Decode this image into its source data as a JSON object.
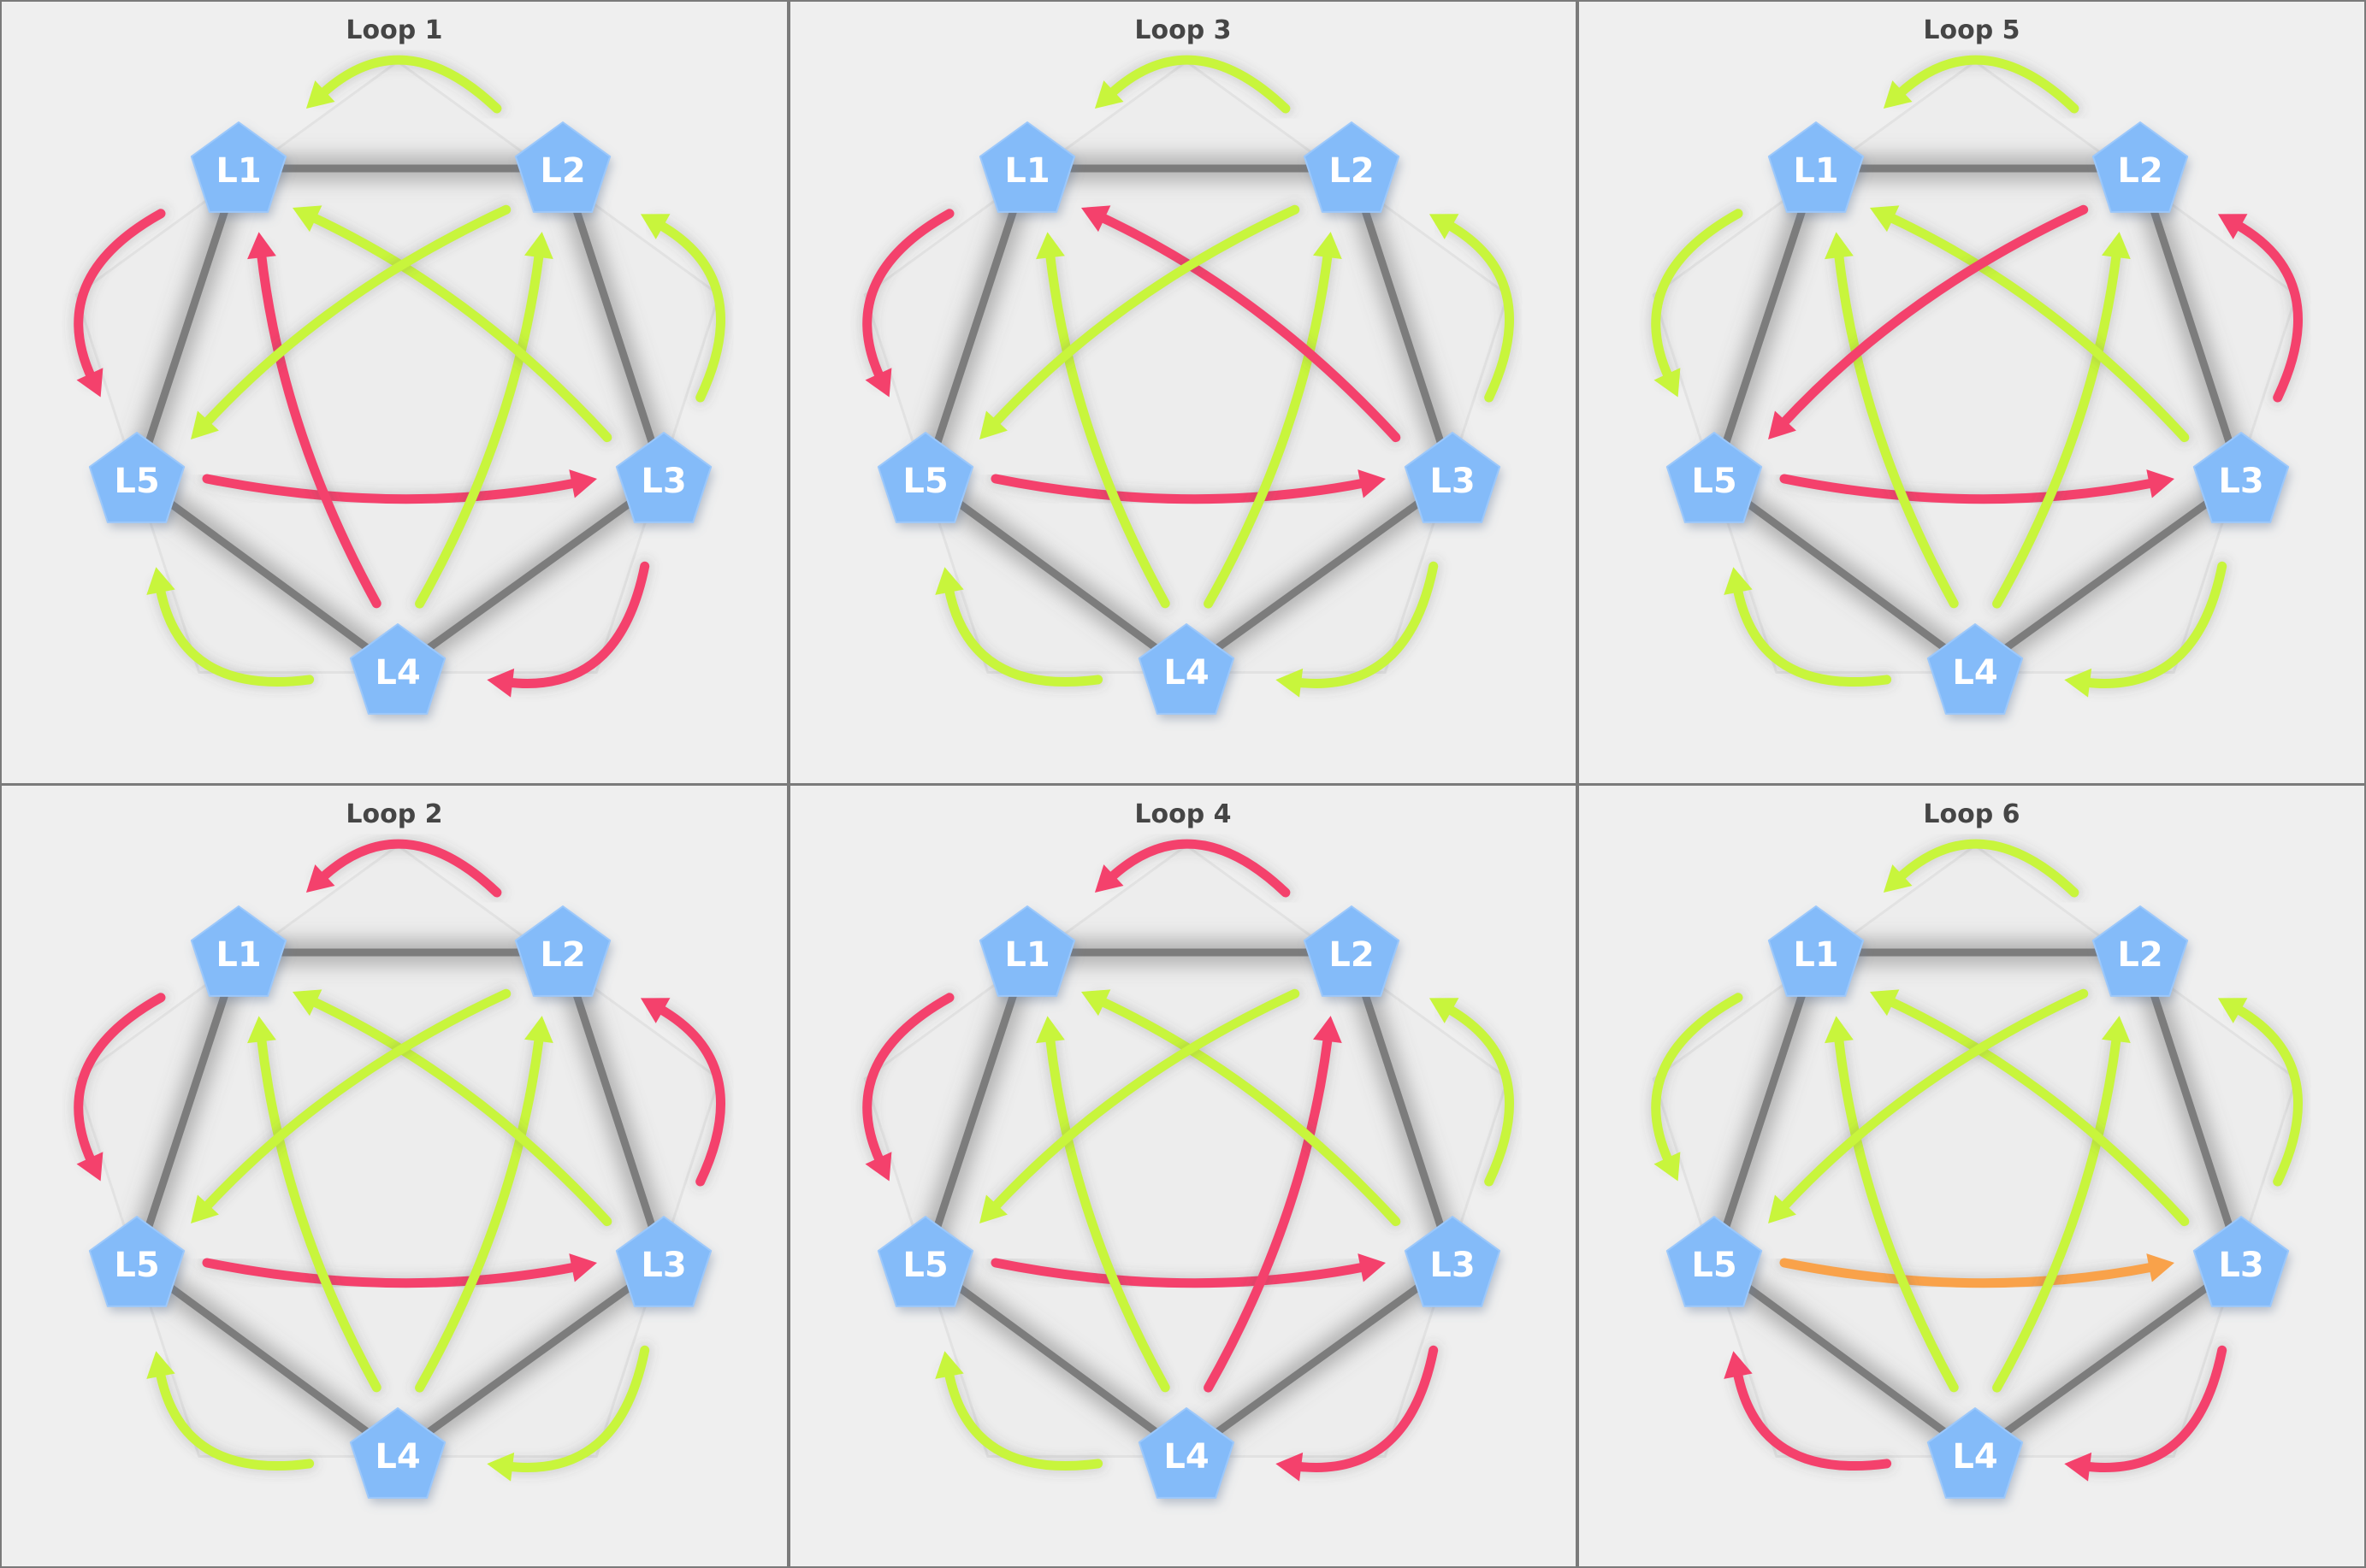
{
  "colors": {
    "background": "#efefef",
    "node_fill": "#84bbf9",
    "node_text": "#ffffff",
    "edge_green": "#c8f53c",
    "edge_red": "#f4416c",
    "edge_orange": "#f9a24a",
    "pentagon_shadow": "#6f6f6f"
  },
  "nodes": [
    "L1",
    "L2",
    "L3",
    "L4",
    "L5"
  ],
  "edge_types": [
    "cw",
    "ccw",
    "L1-L4",
    "L4-L1",
    "L2-L4",
    "L4-L2",
    "L1-L3",
    "L3-L1",
    "L2-L5",
    "L5-L2",
    "L3-L5",
    "L5-L3"
  ],
  "panels": [
    {
      "title": "Loop 1",
      "edges": [
        {
          "from": "L2",
          "to": "L1",
          "color": "green"
        },
        {
          "from": "L1",
          "to": "L5",
          "color": "red"
        },
        {
          "from": "L4",
          "to": "L5",
          "color": "green"
        },
        {
          "from": "L3",
          "to": "L4",
          "color": "red"
        },
        {
          "from": "L3",
          "to": "L2",
          "color": "green"
        },
        {
          "from": "L5",
          "to": "L3",
          "color": "red"
        },
        {
          "from": "L4",
          "to": "L1",
          "color": "red"
        },
        {
          "from": "L4",
          "to": "L2",
          "color": "green"
        },
        {
          "from": "L3",
          "to": "L1",
          "color": "green"
        },
        {
          "from": "L2",
          "to": "L5",
          "color": "green"
        }
      ]
    },
    {
      "title": "Loop 3",
      "edges": [
        {
          "from": "L2",
          "to": "L1",
          "color": "green"
        },
        {
          "from": "L1",
          "to": "L5",
          "color": "red"
        },
        {
          "from": "L4",
          "to": "L5",
          "color": "green"
        },
        {
          "from": "L3",
          "to": "L4",
          "color": "green"
        },
        {
          "from": "L3",
          "to": "L2",
          "color": "green"
        },
        {
          "from": "L5",
          "to": "L3",
          "color": "red"
        },
        {
          "from": "L4",
          "to": "L1",
          "color": "green"
        },
        {
          "from": "L4",
          "to": "L2",
          "color": "green"
        },
        {
          "from": "L3",
          "to": "L1",
          "color": "red"
        },
        {
          "from": "L2",
          "to": "L5",
          "color": "green"
        }
      ]
    },
    {
      "title": "Loop 5",
      "edges": [
        {
          "from": "L2",
          "to": "L1",
          "color": "green"
        },
        {
          "from": "L1",
          "to": "L5",
          "color": "green"
        },
        {
          "from": "L4",
          "to": "L5",
          "color": "green"
        },
        {
          "from": "L3",
          "to": "L4",
          "color": "green"
        },
        {
          "from": "L3",
          "to": "L2",
          "color": "red"
        },
        {
          "from": "L5",
          "to": "L3",
          "color": "red"
        },
        {
          "from": "L4",
          "to": "L1",
          "color": "green"
        },
        {
          "from": "L4",
          "to": "L2",
          "color": "green"
        },
        {
          "from": "L3",
          "to": "L1",
          "color": "green"
        },
        {
          "from": "L2",
          "to": "L5",
          "color": "red"
        }
      ]
    },
    {
      "title": "Loop 2",
      "edges": [
        {
          "from": "L2",
          "to": "L1",
          "color": "red"
        },
        {
          "from": "L1",
          "to": "L5",
          "color": "red"
        },
        {
          "from": "L4",
          "to": "L5",
          "color": "green"
        },
        {
          "from": "L3",
          "to": "L4",
          "color": "green"
        },
        {
          "from": "L3",
          "to": "L2",
          "color": "red"
        },
        {
          "from": "L5",
          "to": "L3",
          "color": "red"
        },
        {
          "from": "L4",
          "to": "L1",
          "color": "green"
        },
        {
          "from": "L4",
          "to": "L2",
          "color": "green"
        },
        {
          "from": "L3",
          "to": "L1",
          "color": "green"
        },
        {
          "from": "L2",
          "to": "L5",
          "color": "green"
        }
      ]
    },
    {
      "title": "Loop 4",
      "edges": [
        {
          "from": "L2",
          "to": "L1",
          "color": "red"
        },
        {
          "from": "L1",
          "to": "L5",
          "color": "red"
        },
        {
          "from": "L4",
          "to": "L5",
          "color": "green"
        },
        {
          "from": "L3",
          "to": "L4",
          "color": "red"
        },
        {
          "from": "L3",
          "to": "L2",
          "color": "green"
        },
        {
          "from": "L5",
          "to": "L3",
          "color": "red"
        },
        {
          "from": "L4",
          "to": "L1",
          "color": "green"
        },
        {
          "from": "L4",
          "to": "L2",
          "color": "red"
        },
        {
          "from": "L3",
          "to": "L1",
          "color": "green"
        },
        {
          "from": "L2",
          "to": "L5",
          "color": "green"
        }
      ]
    },
    {
      "title": "Loop 6",
      "edges": [
        {
          "from": "L2",
          "to": "L1",
          "color": "green"
        },
        {
          "from": "L1",
          "to": "L5",
          "color": "green"
        },
        {
          "from": "L4",
          "to": "L5",
          "color": "red"
        },
        {
          "from": "L3",
          "to": "L4",
          "color": "red"
        },
        {
          "from": "L3",
          "to": "L2",
          "color": "green"
        },
        {
          "from": "L5",
          "to": "L3",
          "color": "orange"
        },
        {
          "from": "L4",
          "to": "L1",
          "color": "green"
        },
        {
          "from": "L4",
          "to": "L2",
          "color": "green"
        },
        {
          "from": "L3",
          "to": "L1",
          "color": "green"
        },
        {
          "from": "L2",
          "to": "L5",
          "color": "green"
        }
      ]
    }
  ]
}
